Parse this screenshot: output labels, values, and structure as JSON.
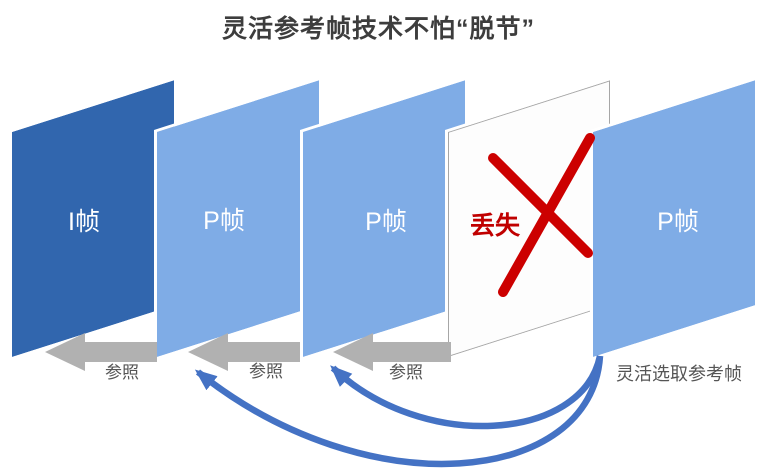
{
  "title": "灵活参考帧技术不怕“脱节”",
  "frames": [
    {
      "label": "I帧",
      "kind": "intra-frame"
    },
    {
      "label": "P帧",
      "kind": "predicted-frame"
    },
    {
      "label": "P帧",
      "kind": "predicted-frame"
    },
    {
      "label": "丢失",
      "kind": "lost-frame"
    },
    {
      "label": "P帧",
      "kind": "predicted-frame"
    }
  ],
  "reference_labels": [
    "参照",
    "参照",
    "参照"
  ],
  "annotation": "灵活选取参考帧",
  "colors": {
    "i_frame_blue": "#3166AE",
    "p_frame_blue": "#7FACE6",
    "lost_frame_bg": "#FDFDFD",
    "lost_frame_border": "#A6A6A6",
    "lost_x_red": "#CC0000",
    "lost_text_red": "#C00000",
    "gray_arrow": "#B1B1B1",
    "curve_blue": "#4472C4",
    "title_text": "#3D3D3D",
    "caption_text": "#555555"
  }
}
